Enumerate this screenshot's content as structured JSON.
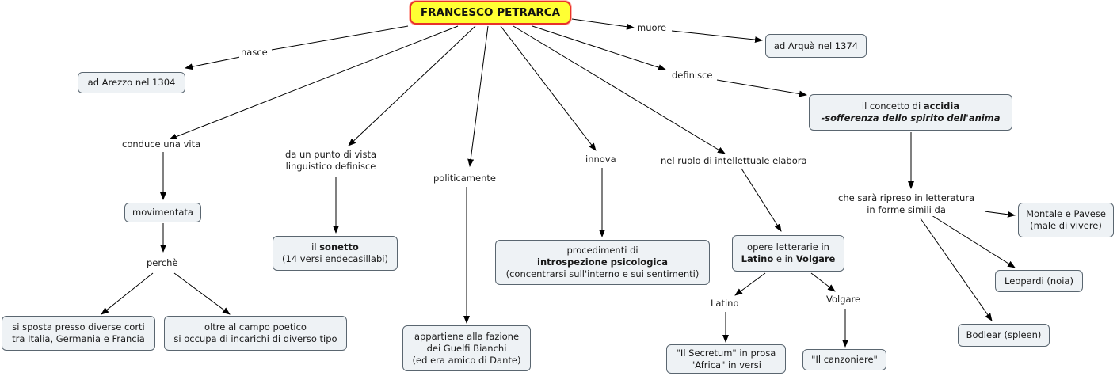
{
  "root": "FRANCESCO PETRARCA",
  "nodes": {
    "arezzo": "ad Arezzo nel 1304",
    "arqua": "ad Arquà nel 1374",
    "accidia": {
      "pre": "il concetto di ",
      "bold": "accidia",
      "line2": "-sofferenza dello spirito dell'anima"
    },
    "movimentata": "movimentata",
    "sonetto": {
      "pre": "il ",
      "bold": "sonetto",
      "line2": "(14 versi endecasillabi)"
    },
    "introspezione": {
      "line1": "procedimenti di",
      "bold": "introspezione psicologica",
      "line3": "(concentrarsi sull'interno e sui sentimenti)"
    },
    "opere": {
      "line1": "opere letterarie in",
      "bold1": "Latino",
      "mid": " e in ",
      "bold2": "Volgare"
    },
    "montale": {
      "line1": "Montale e Pavese",
      "line2": "(male di vivere)"
    },
    "leopardi": "Leopardi (noia)",
    "bodlear": "Bodlear (spleen)",
    "corti": {
      "line1": "si sposta presso diverse corti",
      "line2": "tra Italia, Germania e Francia"
    },
    "poetico": {
      "line1": "oltre al campo poetico",
      "line2": "si occupa di incarichi di diverso tipo"
    },
    "guelfi": {
      "line1": "appartiene alla fazione",
      "line2": "dei Guelfi Bianchi",
      "line3": "(ed era amico di Dante)"
    },
    "secretum": {
      "line1": "\"Il Secretum\" in prosa",
      "line2": "\"Africa\" in versi"
    },
    "canzoniere": "\"Il canzoniere\""
  },
  "labels": {
    "nasce": "nasce",
    "muore": "muore",
    "definisce": "definisce",
    "conduce": "conduce una vita",
    "linguistico": {
      "line1": "da un punto di vista",
      "line2": "linguistico definisce"
    },
    "politicamente": "politicamente",
    "innova": "innova",
    "ruolo": "nel ruolo di intellettuale elabora",
    "ripreso": {
      "line1": "che sarà ripreso in letteratura",
      "line2": "in forme simili da"
    },
    "perche": "perchè",
    "latino": "Latino",
    "volgare": "Volgare"
  },
  "colors": {
    "root_fill": "#ffff33",
    "root_border": "#e8332a",
    "node_fill": "#eef2f5",
    "edge": "#000000"
  }
}
